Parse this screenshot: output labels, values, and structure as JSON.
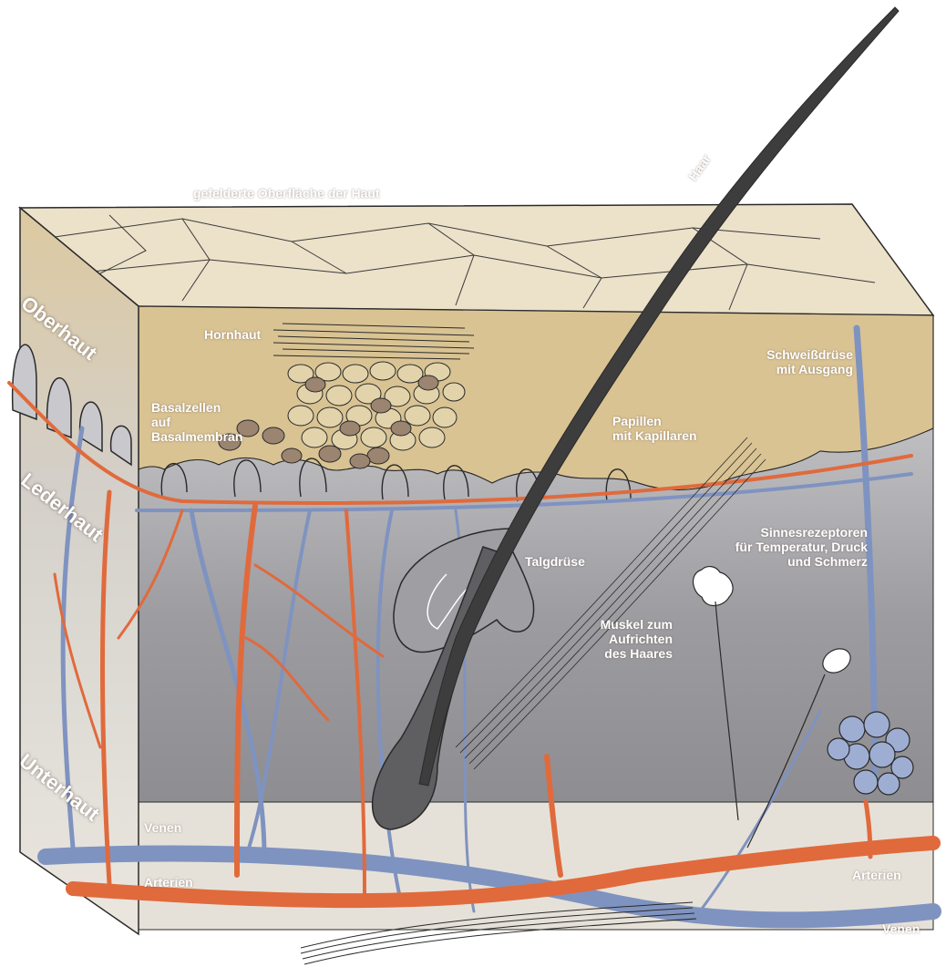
{
  "labels": {
    "surface": "gefelderte Oberfläche der Haut",
    "hair": "Haar",
    "horny_layer": "Hornhaut",
    "basal_line1": "Basalzellen",
    "basal_line2": "auf",
    "basal_line3": "Basalmembran",
    "sweat_line1": "Schweißdrüse",
    "sweat_line2": "mit Ausgang",
    "papillae_line1": "Papillen",
    "papillae_line2": "mit Kapillaren",
    "receptors_line1": "Sinnesrezeptoren",
    "receptors_line2": "für Temperatur, Druck",
    "receptors_line3": "und Schmerz",
    "sebaceous": "Talgdrüse",
    "muscle_line1": "Muskel zum",
    "muscle_line2": "Aufrichten",
    "muscle_line3": "des Haares",
    "veins_left": "Venen",
    "arteries_left": "Arterien",
    "arteries_right": "Arterien",
    "veins_right": "Venen",
    "layer_epidermis": "Oberhaut",
    "layer_dermis": "Lederhaut",
    "layer_subcutis": "Unterhaut"
  },
  "colors": {
    "top_surface": "#ece1c9",
    "epidermis": "#d9c393",
    "dermis": "#a5a4a6",
    "subcutis": "#e6e1d8",
    "artery": "#e06a3c",
    "vein": "#7f93c0",
    "hair": "#4a4a4a",
    "outline": "#2a2a2a"
  }
}
